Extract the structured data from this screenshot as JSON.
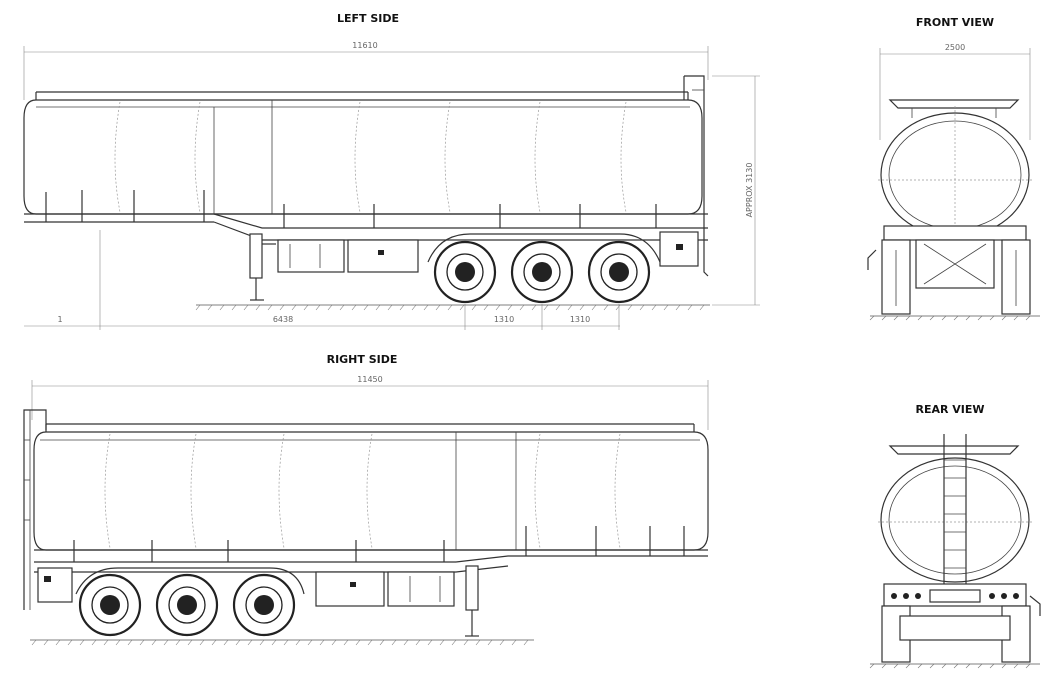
{
  "views": {
    "left_side": {
      "title": "LEFT SIDE",
      "length": "11610",
      "height": "APPROX 3130",
      "front_overhang": "1",
      "kingpin_to_axle": "6438",
      "axle_spacing_1": "1310",
      "axle_spacing_2": "1310"
    },
    "right_side": {
      "title": "RIGHT SIDE",
      "length": "11450"
    },
    "front_view": {
      "title": "FRONT VIEW",
      "width": "2500"
    },
    "rear_view": {
      "title": "REAR VIEW"
    }
  }
}
